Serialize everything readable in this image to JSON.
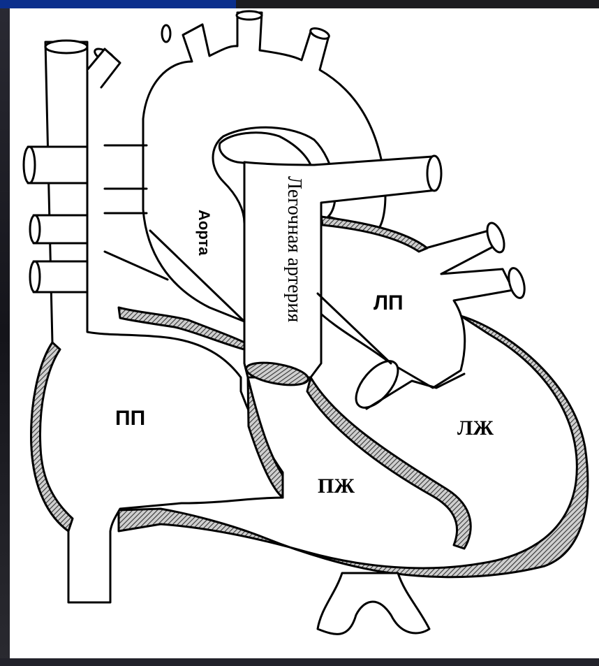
{
  "diagram": {
    "labels": {
      "aorta": "Аорта",
      "pulmonary_artery": "Легочная артерия",
      "left_atrium": "ЛП",
      "right_atrium": "ПП",
      "left_ventricle": "ЛЖ",
      "right_ventricle": "ПЖ"
    }
  },
  "colors": {
    "frame_blue": "#0b2f8c",
    "background_dark": "#1c1c20",
    "line": "#000000",
    "wall_fill": "#9a9a9a"
  }
}
